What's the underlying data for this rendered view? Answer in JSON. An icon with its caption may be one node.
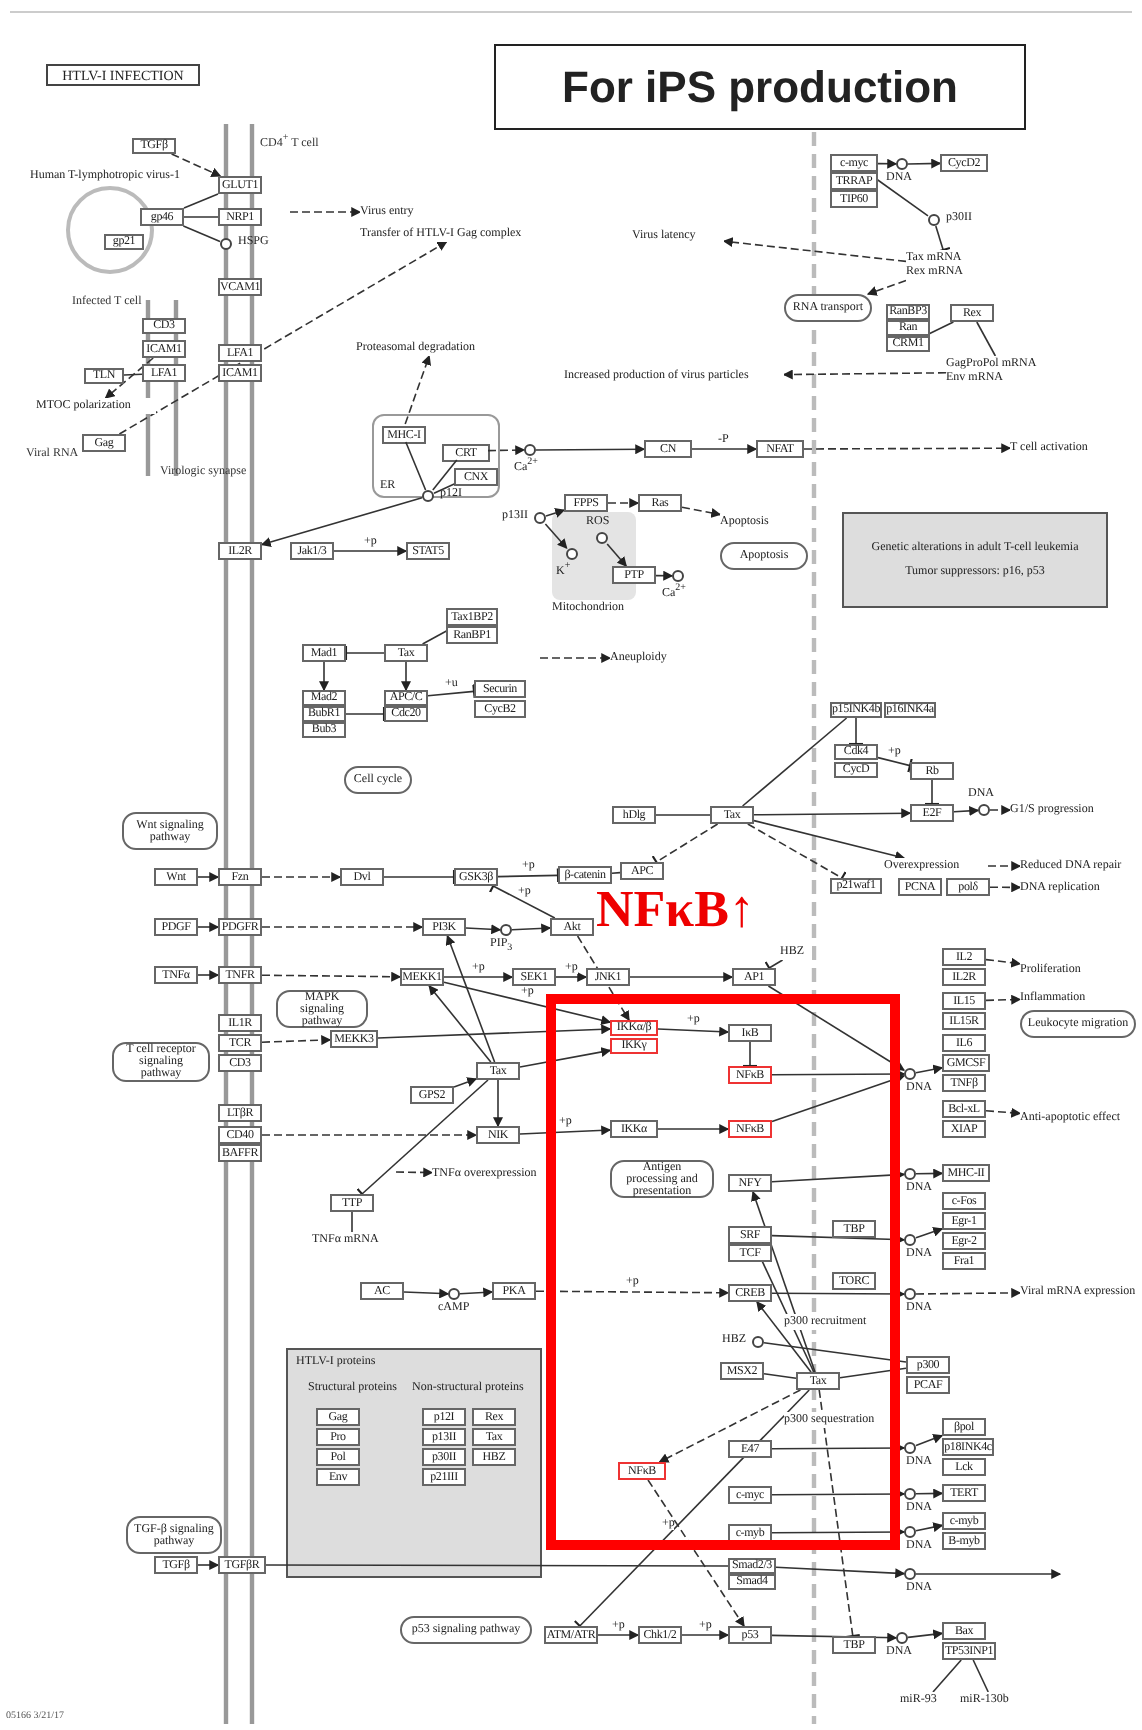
{
  "diagram": {
    "title": "For iPS production",
    "nodes": [
      {
        "text": [
          "HTLV-I INFECTION"
        ]
      },
      {
        "text": [
          "Human T-lymphotropic virus-1"
        ]
      },
      {
        "text": [
          "gp46"
        ]
      },
      {
        "text": [
          "gp21"
        ],
        "in": 1
      },
      {
        "text": [
          "TGFβ"
        ]
      },
      {
        "text": [
          "GLUT1"
        ]
      },
      {
        "text": [
          "NRP1"
        ]
      },
      {
        "text": [],
        "shape": "circle",
        "beside": [
          "HSPG"
        ]
      },
      {
        "text": [
          "Virus entry"
        ]
      },
      {
        "text": [
          "Transfer of HTLV-I Gag complex"
        ]
      },
      {
        "text": [
          "VCAM1"
        ]
      },
      {
        "text": [
          "CD3"
        ]
      },
      {
        "text": [
          "ICAM1"
        ]
      },
      {
        "text": [
          "LFA1"
        ]
      },
      {
        "text": [
          "TLN"
        ]
      },
      {
        "text": [
          "LFA1"
        ]
      },
      {
        "text": [
          "ICAM1"
        ]
      },
      {
        "text": [
          "MTOC polarization"
        ]
      },
      {
        "text": [
          "Gag"
        ]
      },
      {
        "text": [
          "Proteasomal degradation"
        ]
      },
      {
        "text": [
          "ER"
        ]
      },
      {
        "text": [
          "MHC-I"
        ],
        "in": 20
      },
      {
        "text": [
          "CRT"
        ],
        "in": 20
      },
      {
        "text": [
          "CNX"
        ],
        "in": 20
      },
      {
        "text": [],
        "shape": "circle",
        "beside": [
          "p12I"
        ]
      },
      {
        "text": [],
        "shape": "circle",
        "beside": [
          "Ca$^{2+}$"
        ]
      },
      {
        "text": [
          "CN"
        ]
      },
      {
        "text": [
          "NFAT"
        ]
      },
      {
        "text": [
          "T cell activation"
        ]
      },
      {
        "text": [
          "IL2R"
        ]
      },
      {
        "text": [
          "Jak1/3"
        ]
      },
      {
        "text": [
          "STAT5"
        ]
      },
      {
        "text": [
          "c-myc"
        ]
      },
      {
        "text": [
          "TRRAP"
        ]
      },
      {
        "text": [
          "TIP60"
        ]
      },
      {
        "text": [],
        "shape": "circle",
        "beside": [
          "DNA"
        ]
      },
      {
        "text": [
          "CycD2"
        ]
      },
      {
        "text": [],
        "shape": "circle",
        "beside": [
          "p30II"
        ]
      },
      {
        "text": [
          "Virus latency"
        ]
      },
      {
        "text": [
          "Tax mRNA",
          "Rex mRNA"
        ]
      },
      {
        "text": [
          "RNA transport"
        ]
      },
      {
        "text": [
          "RanBP3"
        ]
      },
      {
        "text": [
          "Ran"
        ]
      },
      {
        "text": [
          "CRM1"
        ]
      },
      {
        "text": [
          "Rex"
        ]
      },
      {
        "text": [
          "GagProPol mRNA",
          "Env mRNA"
        ]
      },
      {
        "text": [
          "Increased production of virus particles"
        ]
      },
      {
        "text": [
          "Mitochondrion"
        ]
      },
      {
        "text": [],
        "shape": "circle",
        "beside": [
          "p13II"
        ]
      },
      {
        "text": [],
        "shape": "circle",
        "beside": [
          "K$^{+}$"
        ],
        "in": 47
      },
      {
        "text": [],
        "shape": "circle",
        "beside": [
          "ROS"
        ],
        "in": 47
      },
      {
        "text": [
          "PTP"
        ]
      },
      {
        "text": [],
        "shape": "circle",
        "beside": [
          "Ca$^{2+}$"
        ]
      },
      {
        "text": [
          "FPPS"
        ]
      },
      {
        "text": [
          "Ras"
        ]
      },
      {
        "text": [
          "Apoptosis"
        ]
      },
      {
        "text": [
          "Apoptosis"
        ]
      },
      {
        "text": [
          "Genetic alterations in adult T-cell leukemia",
          "Tumor suppressors: p16, p53"
        ]
      },
      {
        "text": [
          "Tax1BP2"
        ]
      },
      {
        "text": [
          "RanBP1"
        ]
      },
      {
        "text": [
          "Mad1"
        ]
      },
      {
        "text": [
          "Tax"
        ]
      },
      {
        "text": [
          "Mad2"
        ]
      },
      {
        "text": [
          "BubR1"
        ]
      },
      {
        "text": [
          "Bub3"
        ]
      },
      {
        "text": [
          "APC/C"
        ]
      },
      {
        "text": [
          "Cdc20"
        ]
      },
      {
        "text": [
          "Securin"
        ]
      },
      {
        "text": [
          "CycB2"
        ]
      },
      {
        "text": [
          "Aneuploidy"
        ]
      },
      {
        "text": [
          "Cell cycle"
        ]
      },
      {
        "text": [
          "Wnt signaling pathway"
        ]
      },
      {
        "text": [
          "Wnt"
        ]
      },
      {
        "text": [
          "Fzn"
        ]
      },
      {
        "text": [
          "Dvl"
        ]
      },
      {
        "text": [
          "GSK3β"
        ]
      },
      {
        "text": [
          "β-catenin"
        ]
      },
      {
        "text": [
          "APC"
        ]
      },
      {
        "text": [
          "hDlg"
        ]
      },
      {
        "text": [
          "Tax"
        ]
      },
      {
        "text": [
          "p15INK4b"
        ]
      },
      {
        "text": [
          "p16INK4a"
        ]
      },
      {
        "text": [
          "Cdk4"
        ]
      },
      {
        "text": [
          "CycD"
        ]
      },
      {
        "text": [
          "Rb"
        ]
      },
      {
        "text": [
          "E2F"
        ]
      },
      {
        "text": [],
        "shape": "circle",
        "beside": [
          "DNA"
        ]
      },
      {
        "text": [
          "G1/S progression"
        ]
      },
      {
        "text": [
          "Overexpression"
        ]
      },
      {
        "text": [
          "Reduced DNA repair"
        ]
      },
      {
        "text": [
          "p21waf1"
        ]
      },
      {
        "text": [
          "PCNA"
        ]
      },
      {
        "text": [
          "polδ"
        ]
      },
      {
        "text": [
          "DNA replication"
        ]
      },
      {
        "text": [
          "PDGF"
        ]
      },
      {
        "text": [
          "PDGFR"
        ]
      },
      {
        "text": [
          "PI3K"
        ]
      },
      {
        "text": [],
        "shape": "circle",
        "beside": [
          "PIP$_{3}$"
        ]
      },
      {
        "text": [
          "Akt"
        ]
      },
      {
        "text": [
          "TNFα"
        ]
      },
      {
        "text": [
          "TNFR"
        ]
      },
      {
        "text": [
          "MEKK1"
        ]
      },
      {
        "text": [
          "SEK1"
        ]
      },
      {
        "text": [
          "JNK1"
        ]
      },
      {
        "text": [
          "HBZ"
        ]
      },
      {
        "text": [
          "AP1"
        ]
      },
      {
        "text": [
          "MAPK signaling pathway"
        ]
      },
      {
        "text": [
          "IL1R"
        ]
      },
      {
        "text": [
          "TCR"
        ]
      },
      {
        "text": [
          "CD3"
        ]
      },
      {
        "text": [
          "T cell receptor signaling pathway"
        ]
      },
      {
        "text": [
          "MEKK3"
        ]
      },
      {
        "text": [
          "Tax"
        ]
      },
      {
        "text": [
          "GPS2"
        ]
      },
      {
        "text": [
          "LTβR"
        ]
      },
      {
        "text": [
          "CD40"
        ]
      },
      {
        "text": [
          "BAFFR"
        ]
      },
      {
        "text": [
          "NIK"
        ]
      },
      {
        "text": [
          "IKKα/β"
        ]
      },
      {
        "text": [
          "IKKγ"
        ]
      },
      {
        "text": [
          "IκB"
        ]
      },
      {
        "text": [
          "NFκB"
        ]
      },
      {
        "text": [
          "IKKα"
        ]
      },
      {
        "text": [
          "NFκB"
        ]
      },
      {
        "text": [],
        "shape": "circle",
        "beside": [
          "DNA"
        ]
      },
      {
        "text": [
          "IL2"
        ]
      },
      {
        "text": [
          "IL2R"
        ]
      },
      {
        "text": [
          "IL15"
        ]
      },
      {
        "text": [
          "IL15R"
        ]
      },
      {
        "text": [
          "IL6"
        ]
      },
      {
        "text": [
          "GMCSF"
        ]
      },
      {
        "text": [
          "TNFβ"
        ]
      },
      {
        "text": [
          "Bcl-xL"
        ]
      },
      {
        "text": [
          "XIAP"
        ]
      },
      {
        "text": [
          "Proliferation"
        ]
      },
      {
        "text": [
          "Inflammation"
        ]
      },
      {
        "text": [
          "Leukocyte migration"
        ]
      },
      {
        "text": [
          "Anti-apoptotic effect"
        ]
      },
      {
        "text": [
          "TTP"
        ]
      },
      {
        "text": [
          "TNFα overexpression"
        ]
      },
      {
        "text": [
          "TNFα mRNA"
        ]
      },
      {
        "text": [
          "AC"
        ]
      },
      {
        "text": [],
        "shape": "circle",
        "beside": [
          "cAMP"
        ]
      },
      {
        "text": [
          "PKA"
        ]
      },
      {
        "text": [
          "Antigen processing and presentation"
        ]
      },
      {
        "text": [
          "NFY"
        ]
      },
      {
        "text": [],
        "shape": "circle",
        "beside": [
          "DNA"
        ]
      },
      {
        "text": [
          "MHC-II"
        ]
      },
      {
        "text": [
          "TBP"
        ]
      },
      {
        "text": [
          "SRF"
        ]
      },
      {
        "text": [
          "TCF"
        ]
      },
      {
        "text": [],
        "shape": "circle",
        "beside": [
          "DNA"
        ]
      },
      {
        "text": [
          "c-Fos"
        ]
      },
      {
        "text": [
          "Egr-1"
        ]
      },
      {
        "text": [
          "Egr-2"
        ]
      },
      {
        "text": [
          "Fra1"
        ]
      },
      {
        "text": [
          "TORC"
        ]
      },
      {
        "text": [
          "CREB"
        ]
      },
      {
        "text": [],
        "shape": "circle",
        "beside": [
          "DNA"
        ]
      },
      {
        "text": [
          "Viral mRNA expression"
        ]
      },
      {
        "text": [
          "p300 recruitment"
        ]
      },
      {
        "text": [],
        "shape": "circle",
        "beside": [
          "HBZ"
        ]
      },
      {
        "text": [
          "MSX2"
        ]
      },
      {
        "text": [
          "Tax"
        ]
      },
      {
        "text": [
          "p300"
        ]
      },
      {
        "text": [
          "PCAF"
        ]
      },
      {
        "text": [
          "p300 sequestration"
        ]
      },
      {
        "text": [
          "βpol"
        ]
      },
      {
        "text": [
          "p18INK4c"
        ]
      },
      {
        "text": [
          "Lck"
        ]
      },
      {
        "text": [
          "TERT"
        ]
      },
      {
        "text": [
          "c-myb"
        ]
      },
      {
        "text": [
          "B-myb"
        ]
      },
      {
        "text": [
          "E47"
        ]
      },
      {
        "text": [],
        "shape": "circle",
        "beside": [
          "DNA"
        ]
      },
      {
        "text": [
          "NFκB"
        ]
      },
      {
        "text": [
          "c-myc"
        ]
      },
      {
        "text": [],
        "shape": "circle",
        "beside": [
          "DNA"
        ]
      },
      {
        "text": [
          "c-myb"
        ]
      },
      {
        "text": [],
        "shape": "circle",
        "beside": [
          "DNA"
        ]
      },
      {
        "text": [
          "Smad2/3"
        ]
      },
      {
        "text": [
          "Smad4"
        ]
      },
      {
        "text": [],
        "shape": "circle",
        "beside": [
          "DNA"
        ]
      },
      {
        "text": [
          "HTLV-I proteins",
          "Structural proteins",
          "Non-structural proteins"
        ]
      },
      {
        "text": [
          "Gag"
        ],
        "in": 183
      },
      {
        "text": [
          "Pro"
        ],
        "in": 183
      },
      {
        "text": [
          "Pol"
        ],
        "in": 183
      },
      {
        "text": [
          "Env"
        ],
        "in": 183
      },
      {
        "text": [
          "p12I"
        ],
        "in": 183
      },
      {
        "text": [
          "p13II"
        ],
        "in": 183
      },
      {
        "text": [
          "p30II"
        ],
        "in": 183
      },
      {
        "text": [
          "p21III"
        ],
        "in": 183
      },
      {
        "text": [
          "Rex"
        ],
        "in": 183
      },
      {
        "text": [
          "Tax"
        ],
        "in": 183
      },
      {
        "text": [
          "HBZ"
        ],
        "in": 183
      },
      {
        "text": [
          "TGF-β signaling pathway"
        ]
      },
      {
        "text": [
          "TGFβ"
        ]
      },
      {
        "text": [
          "TGFβR"
        ]
      },
      {
        "text": [
          "p53 signaling pathway"
        ]
      },
      {
        "text": [
          "ATM/ATR"
        ]
      },
      {
        "text": [
          "Chk1/2"
        ]
      },
      {
        "text": [
          "p53"
        ]
      },
      {
        "text": [
          "TBP"
        ]
      },
      {
        "text": [],
        "shape": "circle",
        "beside": [
          "DNA"
        ]
      },
      {
        "text": [
          "Bax"
        ]
      },
      {
        "text": [
          "TP53INP1"
        ]
      },
      {
        "text": [
          "miR-93"
        ]
      },
      {
        "text": [
          "miR-130b"
        ]
      }
    ],
    "edges": [
      {
        "from": 4,
        "to": 5,
        "arrow": "to",
        "style": "dashed"
      },
      {
        "from": 2,
        "to": 5,
        "arrow": "none"
      },
      {
        "from": 2,
        "to": 6,
        "arrow": "none"
      },
      {
        "from": 2,
        "to": 7,
        "arrow": "none"
      },
      {
        "from": null,
        "to": 8,
        "arrow": "to",
        "style": "dashed"
      },
      {
        "from": 18,
        "to": 9,
        "arrow": "to",
        "style": "dashed"
      },
      {
        "from": 12,
        "to": 17,
        "arrow": "to",
        "style": "dashed"
      },
      {
        "from": 14,
        "to": 13,
        "arrow": "none"
      },
      {
        "from": 21,
        "to": 19,
        "arrow": "to",
        "style": "dashed"
      },
      {
        "from": 24,
        "to": 21,
        "arrow": "none"
      },
      {
        "from": 24,
        "to": 22,
        "arrow": "none"
      },
      {
        "from": 24,
        "to": 23,
        "arrow": "none"
      },
      {
        "from": 24,
        "to": 29,
        "arrow": "to"
      },
      {
        "from": 30,
        "to": 31,
        "arrow": "to",
        "label": "+p"
      },
      {
        "from": 22,
        "to": 25,
        "arrow": "to",
        "style": "dashed"
      },
      {
        "from": 25,
        "to": 26,
        "arrow": "to"
      },
      {
        "from": 26,
        "to": 27,
        "arrow": "to",
        "label": "-P"
      },
      {
        "from": 27,
        "to": 28,
        "arrow": "to",
        "style": "dashed"
      },
      {
        "from": 32,
        "to": 35,
        "arrow": "to"
      },
      {
        "from": 35,
        "to": 36,
        "arrow": "to"
      },
      {
        "from": 37,
        "to": 32,
        "arrow": "to"
      },
      {
        "from": 37,
        "to": 39,
        "arrow": "other"
      },
      {
        "from": 39,
        "to": 38,
        "arrow": "to",
        "style": "dashed"
      },
      {
        "from": 39,
        "to": 40,
        "arrow": "to",
        "style": "dashed"
      },
      {
        "from": 44,
        "to": 43,
        "arrow": "none"
      },
      {
        "from": 44,
        "to": 45,
        "arrow": "none"
      },
      {
        "from": 45,
        "to": 46,
        "arrow": "to",
        "style": "dashed"
      },
      {
        "from": 48,
        "to": 53,
        "arrow": "to"
      },
      {
        "from": 53,
        "to": 54,
        "arrow": "to",
        "style": "dashed"
      },
      {
        "from": 54,
        "to": 55,
        "arrow": "to",
        "style": "dashed"
      },
      {
        "from": 48,
        "to": 49,
        "arrow": "to"
      },
      {
        "from": 50,
        "to": 51,
        "arrow": "to"
      },
      {
        "from": 51,
        "to": 52,
        "arrow": "to"
      },
      {
        "from": 58,
        "to": 61,
        "arrow": "none"
      },
      {
        "from": 61,
        "to": 60,
        "arrow": "other"
      },
      {
        "from": 60,
        "to": 62,
        "arrow": "to"
      },
      {
        "from": 63,
        "to": 66,
        "arrow": "other"
      },
      {
        "from": 61,
        "to": 65,
        "arrow": "to"
      },
      {
        "from": 65,
        "to": 67,
        "arrow": "other",
        "label": "+u"
      },
      {
        "from": null,
        "to": 69,
        "arrow": "to",
        "style": "dashed"
      },
      {
        "from": 72,
        "to": 73,
        "arrow": "to"
      },
      {
        "from": 73,
        "to": 74,
        "arrow": "to",
        "style": "dashed"
      },
      {
        "from": 74,
        "to": 75,
        "arrow": "other"
      },
      {
        "from": 75,
        "to": 76,
        "arrow": "other",
        "label": "+p"
      },
      {
        "from": 76,
        "to": 77,
        "arrow": "none"
      },
      {
        "from": 78,
        "to": 79,
        "arrow": "none"
      },
      {
        "from": 79,
        "to": 77,
        "arrow": "other",
        "style": "dashed"
      },
      {
        "from": 79,
        "to": 80,
        "arrow": "none"
      },
      {
        "from": 79,
        "to": 85,
        "arrow": "to"
      },
      {
        "from": 79,
        "to": 88,
        "arrow": "to"
      },
      {
        "from": 79,
        "to": 90,
        "arrow": "other",
        "style": "dashed"
      },
      {
        "from": 80,
        "to": 82,
        "arrow": "other"
      },
      {
        "from": 82,
        "to": 84,
        "arrow": "other",
        "label": "+p"
      },
      {
        "from": 84,
        "to": 85,
        "arrow": "other"
      },
      {
        "from": 85,
        "to": 86,
        "arrow": "to"
      },
      {
        "from": 86,
        "to": 87,
        "arrow": "to",
        "style": "dashed"
      },
      {
        "from": 88,
        "to": 89,
        "arrow": "to",
        "style": "dashed"
      },
      {
        "from": 92,
        "to": 93,
        "arrow": "to",
        "style": "dashed"
      },
      {
        "from": 94,
        "to": 95,
        "arrow": "to"
      },
      {
        "from": 95,
        "to": 96,
        "arrow": "to",
        "style": "dashed"
      },
      {
        "from": 96,
        "to": 97,
        "arrow": "to"
      },
      {
        "from": 97,
        "to": 98,
        "arrow": "to"
      },
      {
        "from": 98,
        "to": 75,
        "arrow": "other",
        "label": "+p"
      },
      {
        "from": 99,
        "to": 100,
        "arrow": "to"
      },
      {
        "from": 100,
        "to": 101,
        "arrow": "to",
        "style": "dashed"
      },
      {
        "from": 101,
        "to": 102,
        "arrow": "to",
        "label": "+p"
      },
      {
        "from": 102,
        "to": 103,
        "arrow": "to",
        "label": "+p"
      },
      {
        "from": 103,
        "to": 105,
        "arrow": "to"
      },
      {
        "from": 104,
        "to": 105,
        "arrow": "other"
      },
      {
        "from": 98,
        "to": 118,
        "arrow": "to",
        "style": "dashed"
      },
      {
        "from": 108,
        "to": 111,
        "arrow": "to",
        "style": "dashed"
      },
      {
        "from": 111,
        "to": 118,
        "arrow": "to"
      },
      {
        "from": 101,
        "to": 118,
        "arrow": "to",
        "label": "+p"
      },
      {
        "from": 112,
        "to": 96,
        "arrow": "to"
      },
      {
        "from": 112,
        "to": 101,
        "arrow": "to"
      },
      {
        "from": 112,
        "to": 119,
        "arrow": "to"
      },
      {
        "from": 112,
        "to": 117,
        "arrow": "to"
      },
      {
        "from": 113,
        "to": 112,
        "arrow": "to"
      },
      {
        "from": 115,
        "to": 117,
        "arrow": "to",
        "style": "dashed"
      },
      {
        "from": 117,
        "to": 122,
        "arrow": "to",
        "label": "+p"
      },
      {
        "from": 112,
        "to": 138,
        "arrow": "other"
      },
      {
        "from": 138,
        "to": 140,
        "arrow": "none"
      },
      {
        "from": null,
        "to": 139,
        "arrow": "to",
        "style": "dashed"
      },
      {
        "from": 118,
        "to": 120,
        "arrow": "to",
        "label": "+p"
      },
      {
        "from": 120,
        "to": 121,
        "arrow": "other"
      },
      {
        "from": 122,
        "to": 123,
        "arrow": "to"
      },
      {
        "from": 121,
        "to": 124,
        "arrow": "to"
      },
      {
        "from": 123,
        "to": 124,
        "arrow": "to"
      },
      {
        "from": 105,
        "to": 124,
        "arrow": "to"
      },
      {
        "from": 124,
        "to": 130,
        "arrow": "to"
      },
      {
        "from": 125,
        "to": 134,
        "arrow": "to",
        "style": "dashed"
      },
      {
        "from": 127,
        "to": 135,
        "arrow": "to",
        "style": "dashed"
      },
      {
        "from": 132,
        "to": 137,
        "arrow": "to",
        "style": "dashed"
      },
      {
        "from": 141,
        "to": 142,
        "arrow": "to"
      },
      {
        "from": 142,
        "to": 143,
        "arrow": "to"
      },
      {
        "from": 143,
        "to": 157,
        "arrow": "to",
        "style": "dashed",
        "label": "+p"
      },
      {
        "from": 145,
        "to": 146,
        "arrow": "to"
      },
      {
        "from": 146,
        "to": 147,
        "arrow": "to"
      },
      {
        "from": 149,
        "to": 151,
        "arrow": "to"
      },
      {
        "from": 151,
        "to": 153,
        "arrow": "to"
      },
      {
        "from": 157,
        "to": 158,
        "arrow": "to"
      },
      {
        "from": 158,
        "to": 159,
        "arrow": "to",
        "style": "dashed"
      },
      {
        "from": 163,
        "to": 145,
        "arrow": "to"
      },
      {
        "from": 163,
        "to": 149,
        "arrow": "to"
      },
      {
        "from": 163,
        "to": 157,
        "arrow": "to"
      },
      {
        "from": 161,
        "to": 164,
        "arrow": "none"
      },
      {
        "from": 162,
        "to": 163,
        "arrow": "none"
      },
      {
        "from": 163,
        "to": 164,
        "arrow": "none"
      },
      {
        "from": 163,
        "to": 175,
        "arrow": "to",
        "style": "dashed"
      },
      {
        "from": 163,
        "to": 199,
        "arrow": "other"
      },
      {
        "from": 173,
        "to": 174,
        "arrow": "to"
      },
      {
        "from": 174,
        "to": 167,
        "arrow": "to"
      },
      {
        "from": 176,
        "to": 177,
        "arrow": "to"
      },
      {
        "from": 177,
        "to": 170,
        "arrow": "to"
      },
      {
        "from": 178,
        "to": 179,
        "arrow": "to"
      },
      {
        "from": 179,
        "to": 171,
        "arrow": "to"
      },
      {
        "from": 180,
        "to": 182,
        "arrow": "to"
      },
      {
        "from": 182,
        "to": null,
        "arrow": "to"
      },
      {
        "from": 196,
        "to": 197,
        "arrow": "to"
      },
      {
        "from": 197,
        "to": 180,
        "arrow": "none"
      },
      {
        "from": 175,
        "to": 201,
        "arrow": "to",
        "style": "dashed",
        "label": "+p"
      },
      {
        "from": 199,
        "to": 200,
        "arrow": "to",
        "label": "+p"
      },
      {
        "from": 200,
        "to": 201,
        "arrow": "to",
        "label": "+p"
      },
      {
        "from": 201,
        "to": 203,
        "arrow": "to"
      },
      {
        "from": 203,
        "to": 204,
        "arrow": "to"
      },
      {
        "from": 206,
        "to": 205,
        "arrow": "none"
      },
      {
        "from": 207,
        "to": 205,
        "arrow": "none"
      },
      {
        "from": 163,
        "to": 202,
        "arrow": "other",
        "style": "dashed"
      }
    ],
    "labels": [
      "CD4$^{+}$ T cell",
      "Infected T cell",
      "Viral RNA",
      "Virologic synapse",
      "NFκB↑",
      "05166 3/21/17"
    ]
  }
}
